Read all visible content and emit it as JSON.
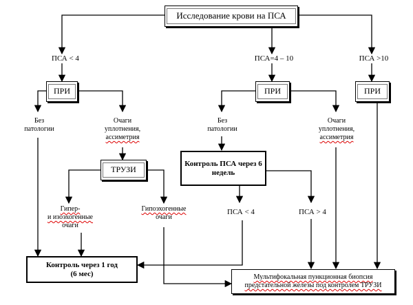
{
  "top": {
    "title": "Исследование крови на ПСА"
  },
  "branches": {
    "left": "ПСА < 4",
    "middle": "ПСА=4 – 10",
    "right": "ПСА >10"
  },
  "pri_label": "ПРИ",
  "left_outcomes": {
    "no_pathology": [
      "Без",
      "патологии"
    ],
    "nodes": [
      "Очаги",
      "уплотнения,",
      "ассиметрия"
    ]
  },
  "middle_outcomes": {
    "no_pathology": [
      "Без",
      "патологии"
    ],
    "nodes": [
      "Очаги",
      "уплотнения,",
      "ассиметрия"
    ]
  },
  "truzi_label": "ТРУЗИ",
  "truzi_outcomes": {
    "hyper": [
      "Гипер-",
      "и изоэхогенные",
      "очаги"
    ],
    "hypo": [
      "Гипоэхогенные",
      "очаги"
    ]
  },
  "control_psa": [
    "Контроль ПСА через 6",
    "недель"
  ],
  "psa_results": {
    "low": "ПСА < 4",
    "high": "ПСА > 4"
  },
  "control_year": [
    "Контроль через 1 год",
    "(6 мес)"
  ],
  "biopsy": [
    "Мультифокальная пункционная биопсия",
    "предстательной железы под контролем ТРУЗИ"
  ]
}
